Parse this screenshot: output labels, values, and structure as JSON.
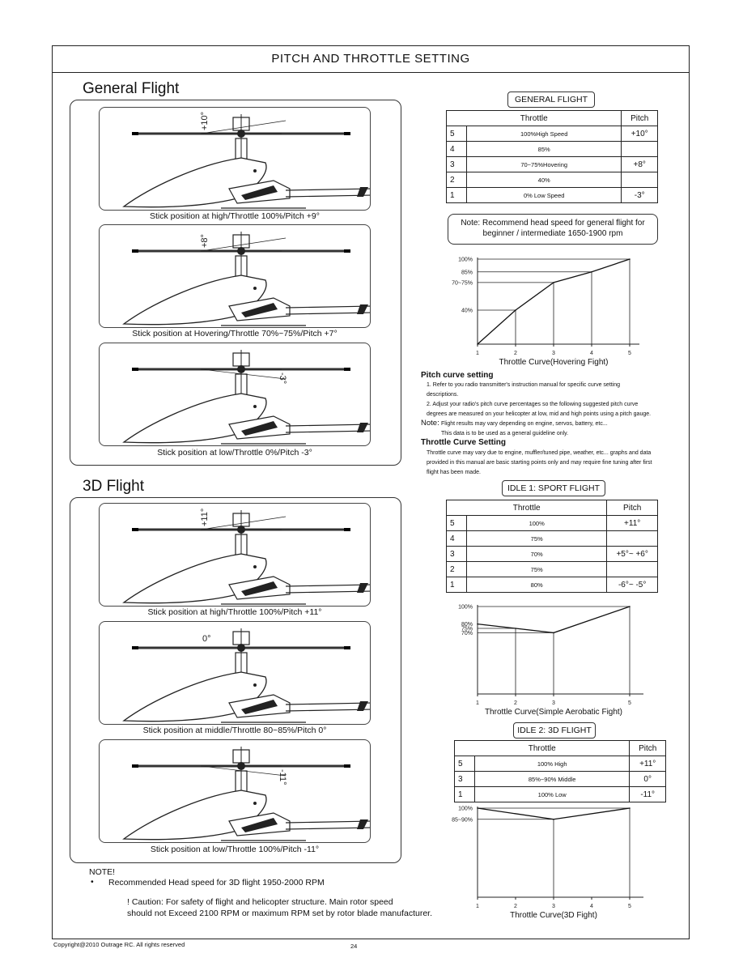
{
  "page_title": "PITCH AND THROTTLE SETTING",
  "general": {
    "heading": "General Flight",
    "captions": [
      "Stick position at high/Throttle 100%/Pitch +9°",
      "Stick position at Hovering/Throttle 70%~75%/Pitch +7°",
      "Stick position at low/Throttle 0%/Pitch -3°"
    ],
    "angles": [
      "+10°",
      "+8°",
      "-3°"
    ]
  },
  "flight3d": {
    "heading": "3D Flight",
    "captions": [
      "Stick position at high/Throttle 100%/Pitch +11°",
      "Stick position at middle/Throttle 80~85%/Pitch 0°",
      "Stick position at low/Throttle 100%/Pitch -11°"
    ],
    "angles": [
      "+11°",
      "0°",
      "-11°"
    ]
  },
  "table_general": {
    "label": "GENERAL FLIGHT",
    "col_throttle": "Throttle",
    "col_pitch": "Pitch",
    "rows": [
      {
        "n": "5",
        "t": "100%High Speed",
        "p": "+10°"
      },
      {
        "n": "4",
        "t": "85%",
        "p": ""
      },
      {
        "n": "3",
        "t": "70~75%Hovering",
        "p": "+8°"
      },
      {
        "n": "2",
        "t": "40%",
        "p": ""
      },
      {
        "n": "1",
        "t": "0% Low Speed",
        "p": "-3°"
      }
    ]
  },
  "note_general": "Note: Recommend head speed for general flight for beginner / intermediate 1650-1900 rpm",
  "chart_data": [
    {
      "type": "line",
      "title": "Throttle Curve(Hovering Fight)",
      "x": [
        1,
        2,
        3,
        4,
        5
      ],
      "y": [
        0,
        40,
        72.5,
        85,
        100
      ],
      "y_tick_labels": [
        "100%",
        "85%",
        "70~75%",
        "40%"
      ],
      "y_tick_values": [
        100,
        85,
        72.5,
        40
      ],
      "x_tick_labels": [
        "1",
        "2",
        "3",
        "4",
        "5"
      ],
      "ylim": [
        0,
        100
      ]
    },
    {
      "type": "line",
      "title": "Throttle Curve(Simple Aerobatic Fight)",
      "x": [
        1,
        2,
        3,
        5
      ],
      "y": [
        80,
        75,
        70,
        100
      ],
      "y_tick_labels": [
        "100%",
        "80%",
        "75%",
        "70%"
      ],
      "y_tick_values": [
        100,
        80,
        75,
        70
      ],
      "x_tick_labels": [
        "1",
        "2",
        "3",
        "5"
      ],
      "ylim": [
        0,
        100
      ]
    },
    {
      "type": "line",
      "title": "Throttle Curve(3D Fight)",
      "x": [
        1,
        3,
        5
      ],
      "y": [
        100,
        87.5,
        100
      ],
      "y_tick_labels": [
        "100%",
        "85~90%"
      ],
      "y_tick_values": [
        100,
        87.5
      ],
      "x_tick_labels": [
        "1",
        "2",
        "3",
        "4",
        "5"
      ],
      "ylim": [
        0,
        100
      ]
    }
  ],
  "pitch_curve": {
    "heading": "Pitch curve setting",
    "item1": "1. Refer to you radio transmitter's instruction manual for specific curve setting",
    "item1b": "descriptions.",
    "item2": "2. Adjust your radio's pitch curve percentages so the following suggested pitch curve",
    "item2b": "degrees are measured on your helicopter at low, mid and high points using a pitch gauge.",
    "note_label": "Note:",
    "note_text": "Flight results may vary depending on engine, servos, battery, etc...",
    "note_text2": "This data is to be used as a general guideline only."
  },
  "throttle_curve": {
    "heading": "Throttle Curve Setting",
    "line1": "Throttle curve may vary due to engine, muffler/tuned pipe, weather, etc... graphs and data",
    "line2": "provided in this manual are basic starting points only and may require fine tuning after first",
    "line3": "flight has been made."
  },
  "table_idle1": {
    "label": "IDLE 1: SPORT FLIGHT",
    "col_throttle": "Throttle",
    "col_pitch": "Pitch",
    "rows": [
      {
        "n": "5",
        "t": "100%",
        "p": "+11°"
      },
      {
        "n": "4",
        "t": "75%",
        "p": ""
      },
      {
        "n": "3",
        "t": "70%",
        "p": "+5°~ +6°"
      },
      {
        "n": "2",
        "t": "75%",
        "p": ""
      },
      {
        "n": "1",
        "t": "80%",
        "p": "-6°~ -5°"
      }
    ]
  },
  "table_idle2": {
    "label": "IDLE 2: 3D FLIGHT",
    "col_throttle": "Throttle",
    "col_pitch": "Pitch",
    "rows": [
      {
        "n": "5",
        "t": "100% High",
        "p": "+11°"
      },
      {
        "n": "3",
        "t": "85%~90% Middle",
        "p": "0°"
      },
      {
        "n": "1",
        "t": "100% Low",
        "p": "-11°"
      }
    ]
  },
  "note3d": {
    "label": "NOTE!",
    "bullet": "Recommended Head speed for 3D flight 1950-2000 RPM",
    "caution1": "! Caution: For safety of flight and helicopter structure. Main rotor speed",
    "caution2": "should not Exceed 2100 RPM or maximum RPM set by rotor blade manufacturer."
  },
  "footer": {
    "copyright": "Copyright@2010 Outrage RC. All rights reserved",
    "page": "24"
  }
}
